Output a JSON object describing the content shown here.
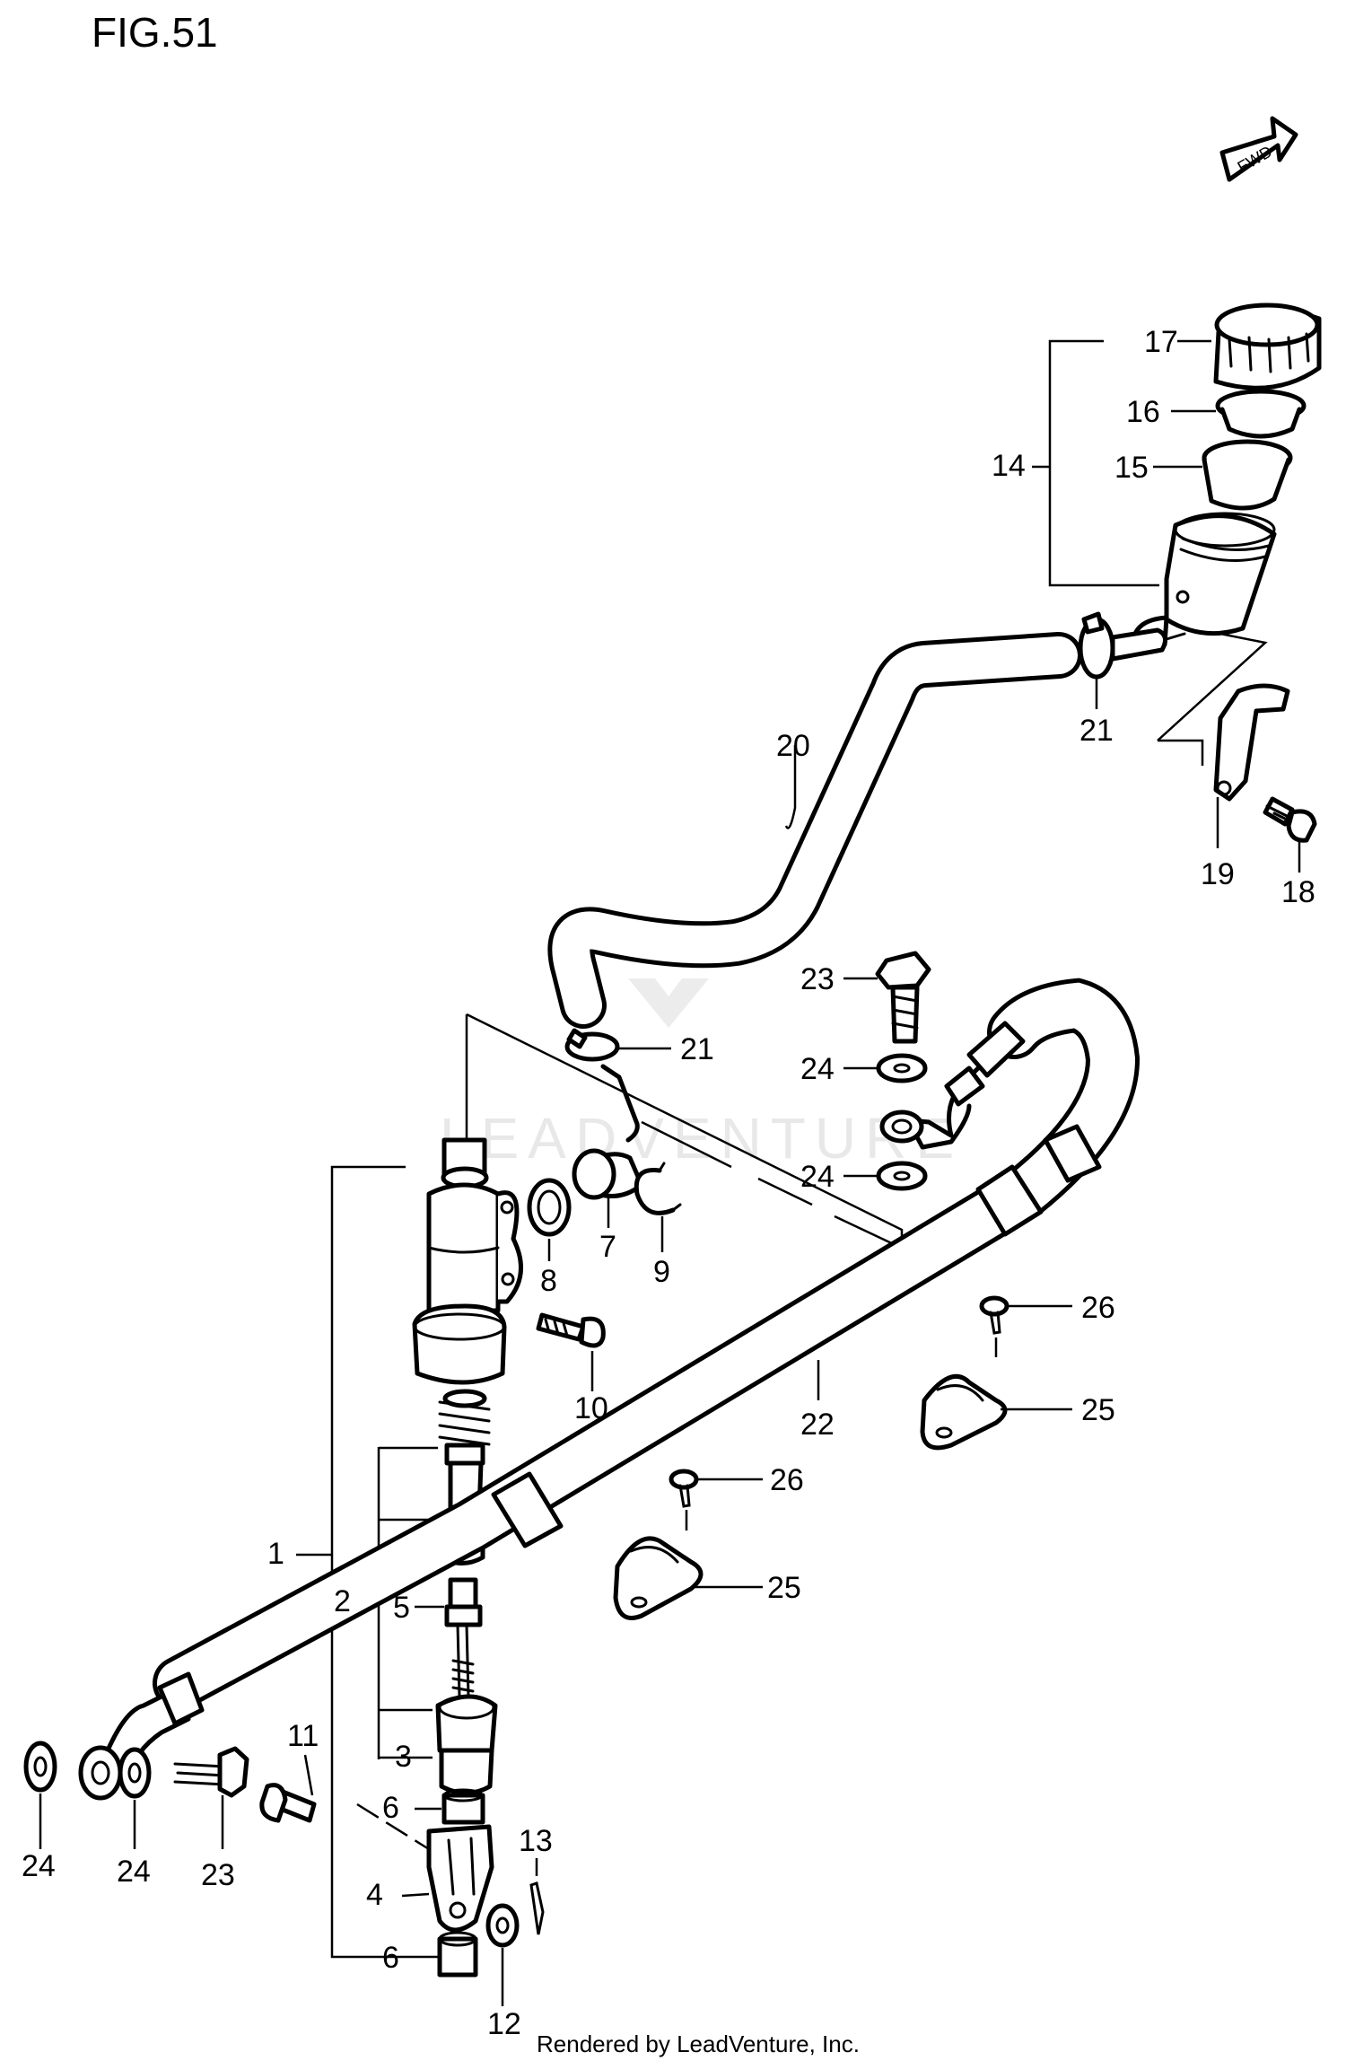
{
  "figure_title": "FIG.51",
  "fwd_label": "FWD",
  "watermark_text": "LEADVENTURE",
  "footer_text": "Rendered by LeadVenture, Inc.",
  "callouts": [
    "1",
    "2",
    "3",
    "4",
    "5",
    "6",
    "6",
    "7",
    "8",
    "9",
    "10",
    "11",
    "12",
    "13",
    "14",
    "15",
    "16",
    "17",
    "18",
    "19",
    "20",
    "21",
    "21",
    "22",
    "23",
    "23",
    "24",
    "24",
    "24",
    "24",
    "25",
    "25",
    "26",
    "26"
  ]
}
